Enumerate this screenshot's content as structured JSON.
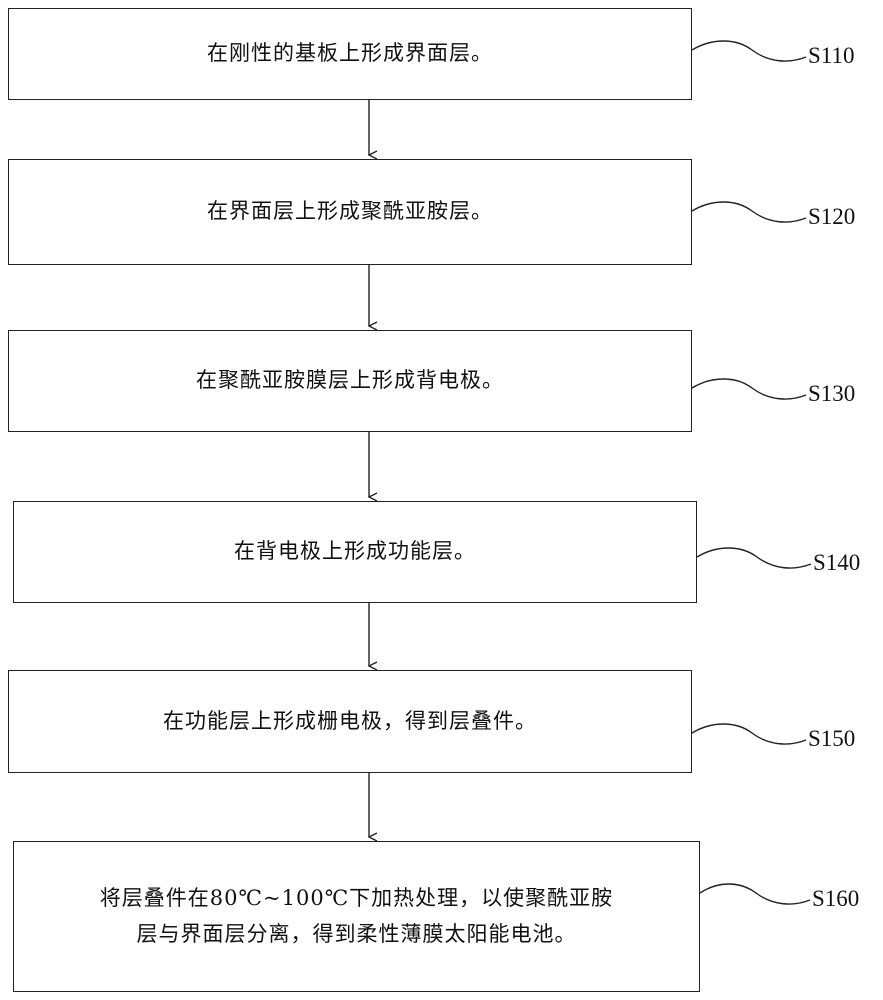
{
  "flowchart": {
    "steps": [
      {
        "id": "S110",
        "lines": [
          "在刚性的基板上形成界面层。"
        ]
      },
      {
        "id": "S120",
        "lines": [
          "在界面层上形成聚酰亚胺层。"
        ]
      },
      {
        "id": "S130",
        "lines": [
          "在聚酰亚胺膜层上形成背电极。"
        ]
      },
      {
        "id": "S140",
        "lines": [
          "在背电极上形成功能层。"
        ]
      },
      {
        "id": "S150",
        "lines": [
          "在功能层上形成栅电极，得到层叠件。"
        ]
      },
      {
        "id": "S160",
        "lines": [
          "将层叠件在80℃~100℃下加热处理，以使聚酰亚胺",
          "层与界面层分离，得到柔性薄膜太阳能电池。"
        ]
      }
    ]
  },
  "colors": {
    "stroke": "#222222",
    "text": "#111111",
    "background": "#ffffff"
  }
}
